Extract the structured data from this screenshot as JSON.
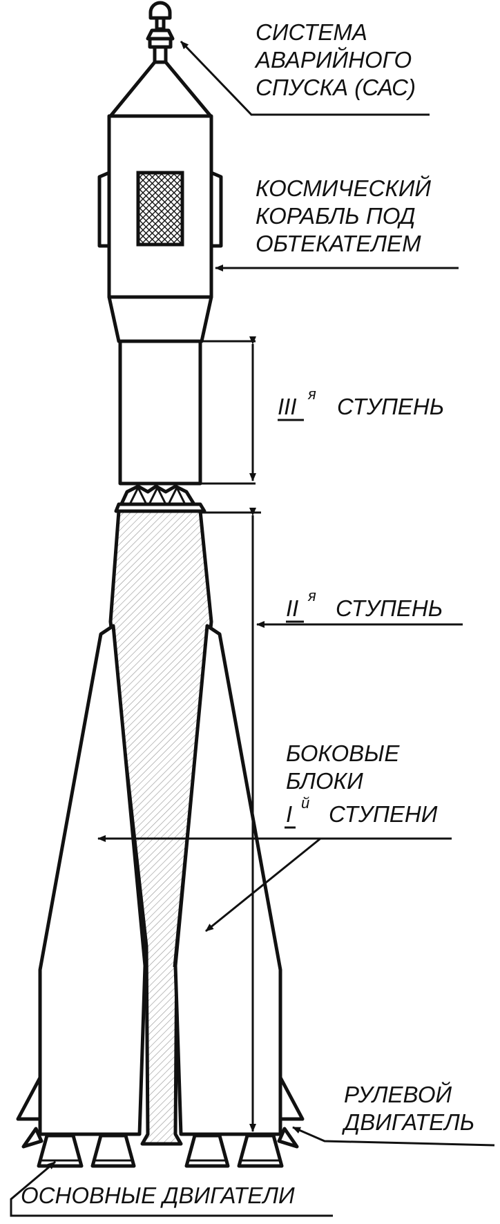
{
  "labels": {
    "sas": [
      "СИСТЕМА",
      "АВАРИЙНОГО",
      "СПУСКА (САС)"
    ],
    "ship": [
      "КОСМИЧЕСКИЙ",
      "КОРАБЛЬ ПОД",
      "ОБТЕКАТЕЛЕМ"
    ],
    "stage3": {
      "numeral": "III",
      "suffix": "я",
      "word": "СТУПЕНЬ"
    },
    "stage2": {
      "numeral": "II",
      "suffix": "я",
      "word": "СТУПЕНЬ"
    },
    "stage1": {
      "line1": "БОКОВЫЕ",
      "line2": "БЛОКИ",
      "numeral": "I",
      "suffix": "й",
      "word": "СТУПЕНИ"
    },
    "steering": [
      "РУЛЕВОЙ",
      "ДВИГАТЕЛЬ"
    ],
    "main_engines": "ОСНОВНЫЕ ДВИГАТЕЛИ"
  },
  "colors": {
    "ink": "#111111",
    "hatch": "#9a9a9a",
    "background": "#ffffff"
  }
}
